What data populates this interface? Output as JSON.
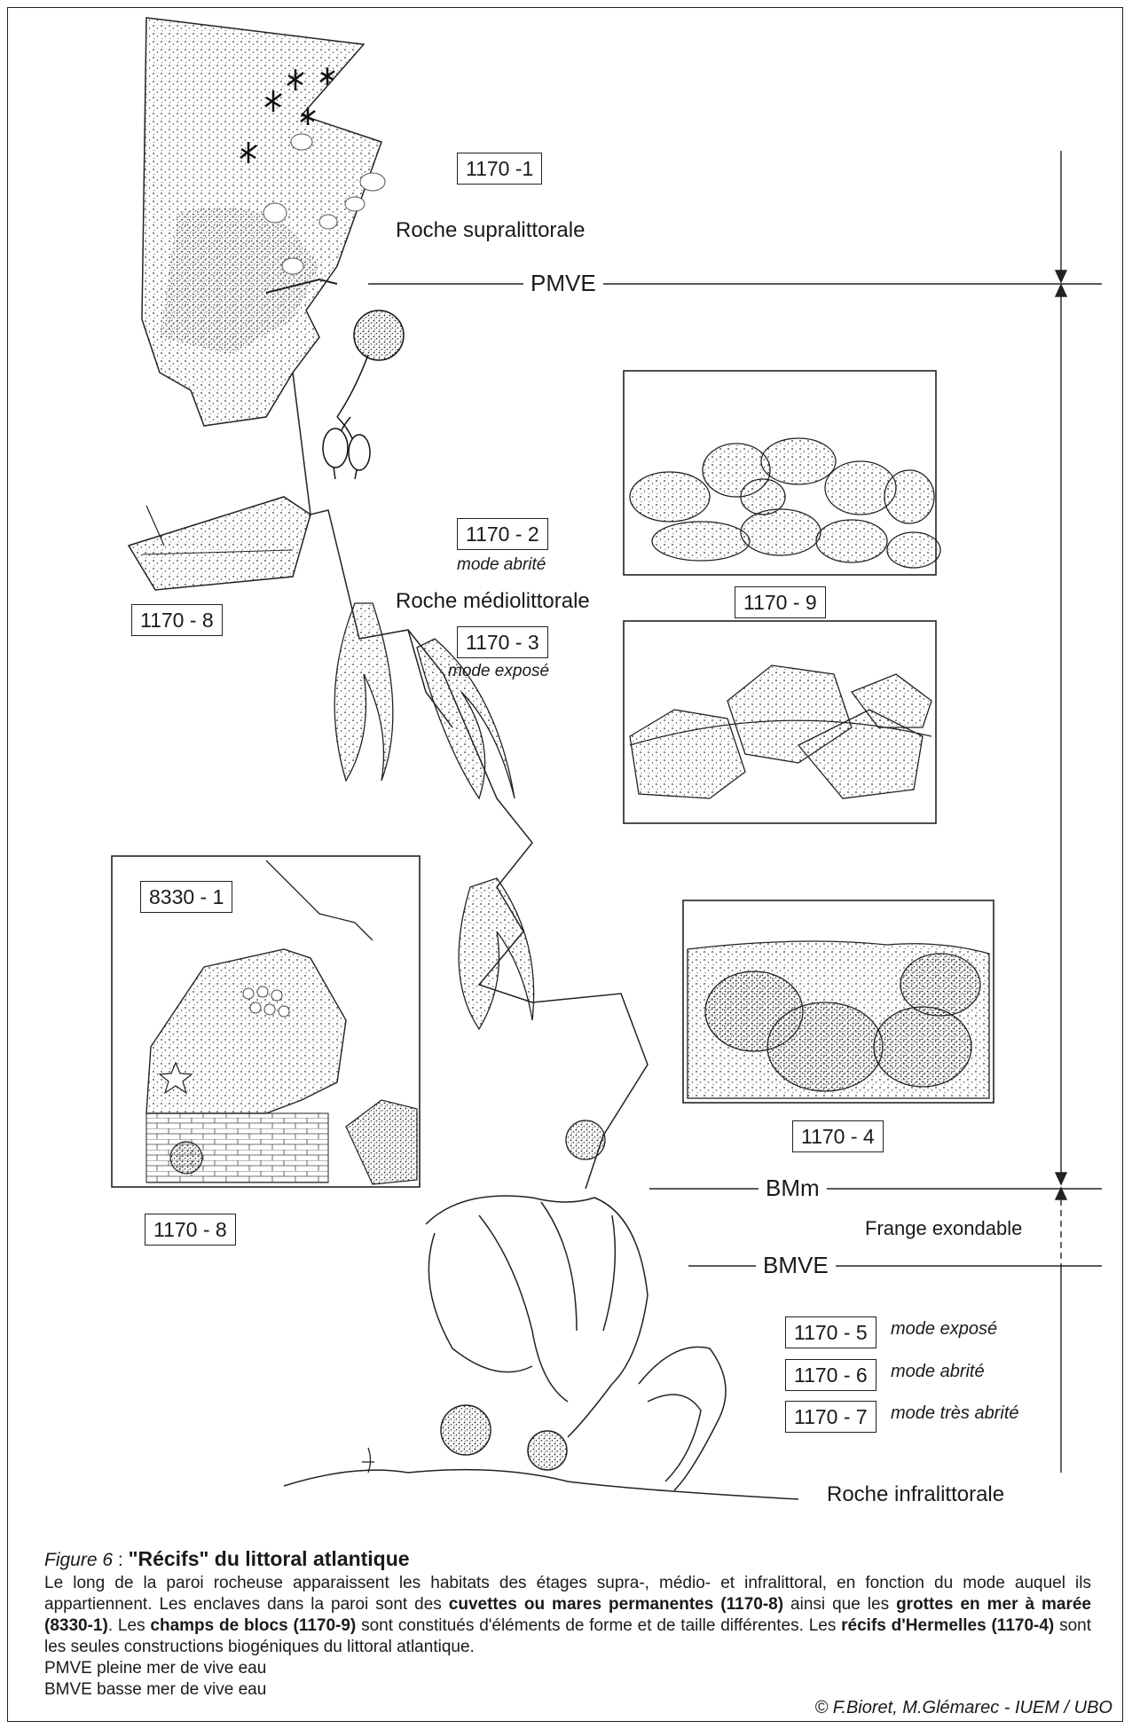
{
  "levels": {
    "pmve": "PMVE",
    "bmm": "BMm",
    "bmve": "BMVE"
  },
  "zones": {
    "supralittoral": "Roche supralittorale",
    "mediolittoral": "Roche médiolittorale",
    "infralittoral": "Roche infralittorale",
    "frange": "Frange exondable"
  },
  "codes": {
    "c1170_1": "1170 -1",
    "c1170_2": "1170 - 2",
    "c1170_3": "1170 - 3",
    "c1170_8a": "1170 - 8",
    "c1170_8b": "1170 - 8",
    "c1170_9": "1170 - 9",
    "c8330_1": "8330 - 1",
    "c1170_4": "1170 - 4",
    "c1170_5": "1170 - 5",
    "c1170_6": "1170 - 6",
    "c1170_7": "1170 - 7"
  },
  "modes": {
    "abrite_2": "mode abrité",
    "expose_3": "mode exposé",
    "expose_5": "mode exposé",
    "abrite_6": "mode abrité",
    "tres_abrite_7": "mode très abrité"
  },
  "caption": {
    "figure": "Figure 6",
    "sep": " : ",
    "title": "\"Récifs\" du littoral atlantique",
    "t1": "Le long de la paroi rocheuse apparaissent les habitats des étages supra-, médio- et infralittoral, en fonction du mode auquel ils appartiennent. Les enclaves dans la paroi sont des ",
    "b1": "cuvettes ou mares permanentes (1170-8)",
    "t2": " ainsi que les ",
    "b2": "grottes en mer à marée (8330-1)",
    "t3": ". Les ",
    "b3": "champs de blocs (1170-9)",
    "t4": " sont constitués d'éléments de forme et de taille différentes. Les ",
    "b4": "récifs d'Hermelles (1170-4)",
    "t5": " sont les seules constructions biogéniques du littoral atlantique.",
    "pmve_def": "PMVE pleine mer de vive eau",
    "bmve_def": "BMVE basse mer de vive eau"
  },
  "credit": "© F.Bioret, M.Glémarec - IUEM / UBO"
}
